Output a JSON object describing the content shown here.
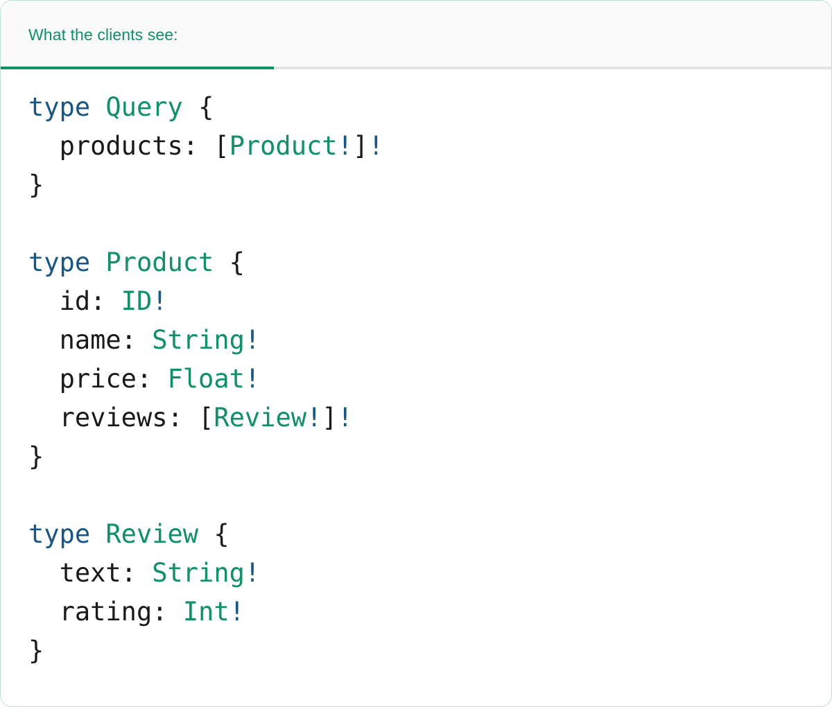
{
  "card": {
    "border_color": "#bfe0d0",
    "background": "#ffffff"
  },
  "header": {
    "background": "#fafafa",
    "divider_color": "#e3e3e3",
    "tabs": [
      {
        "label": "What the clients see:",
        "active": true,
        "color": "#0e9166",
        "underline_color": "#0e9166"
      }
    ]
  },
  "theme": {
    "keyword_color": "#175787",
    "type_color": "#0e9166",
    "bang_color": "#175787",
    "punctuation_color": "#1a1a1a",
    "field_color": "#1a1a1a"
  },
  "code": {
    "language": "graphql",
    "raw": "type Query {\n  products: [Product!]!\n}\n\ntype Product {\n  id: ID!\n  name: String!\n  price: Float!\n  reviews: [Review!]!\n}\n\ntype Review {\n  text: String!\n  rating: Int!\n}",
    "lines": [
      {
        "kw": "type",
        "sp1": " ",
        "type": "Query",
        "sp2": " ",
        "brace": "{"
      },
      {
        "indent": "  ",
        "field": "products:",
        "sp": " ",
        "open": "[",
        "type": "Product",
        "bang1": "!",
        "close": "]",
        "bang2": "!"
      },
      {
        "brace": "}"
      },
      {
        "blank": true
      },
      {
        "kw": "type",
        "sp1": " ",
        "type": "Product",
        "sp2": " ",
        "brace": "{"
      },
      {
        "indent": "  ",
        "field": "id:",
        "sp": " ",
        "type": "ID",
        "bang1": "!"
      },
      {
        "indent": "  ",
        "field": "name:",
        "sp": " ",
        "type": "String",
        "bang1": "!"
      },
      {
        "indent": "  ",
        "field": "price:",
        "sp": " ",
        "type": "Float",
        "bang1": "!"
      },
      {
        "indent": "  ",
        "field": "reviews:",
        "sp": " ",
        "open": "[",
        "type": "Review",
        "bang1": "!",
        "close": "]",
        "bang2": "!"
      },
      {
        "brace": "}"
      },
      {
        "blank": true
      },
      {
        "kw": "type",
        "sp1": " ",
        "type": "Review",
        "sp2": " ",
        "brace": "{"
      },
      {
        "indent": "  ",
        "field": "text:",
        "sp": " ",
        "type": "String",
        "bang1": "!"
      },
      {
        "indent": "  ",
        "field": "rating:",
        "sp": " ",
        "type": "Int",
        "bang1": "!"
      },
      {
        "brace": "}"
      }
    ]
  }
}
